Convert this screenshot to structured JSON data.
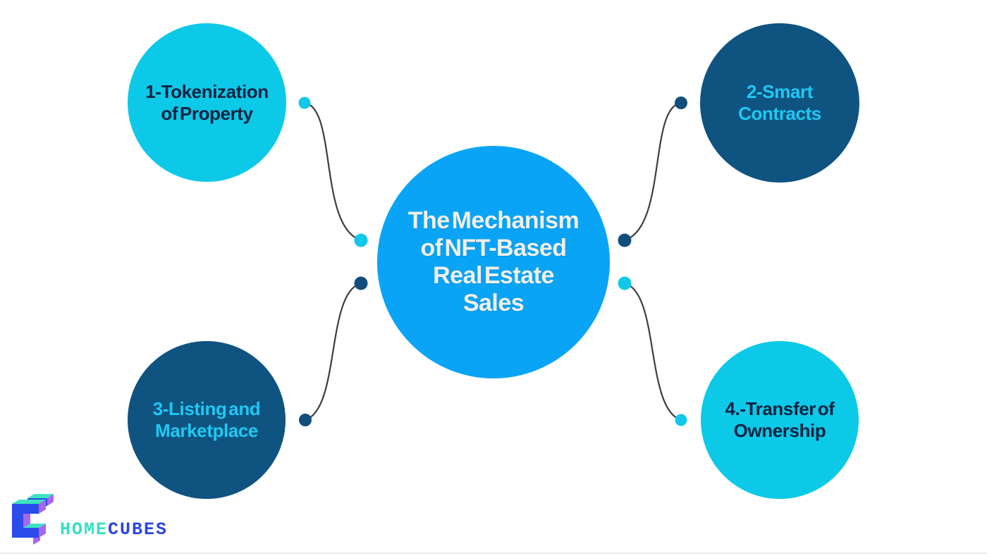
{
  "diagram": {
    "center_node": {
      "line1": "The Mechanism",
      "line2": "of NFT-Based",
      "line3": "Real Estate",
      "line4": "Sales",
      "fill": "#09A4F6",
      "text_color": "#F2EFE8"
    },
    "nodes": [
      {
        "line1": "1-Tokenization",
        "line2": "of Property",
        "fill": "#0CC9E8",
        "text_color": "#0E2240",
        "position": "top-left"
      },
      {
        "line1": "2-Smart",
        "line2": "Contracts",
        "fill": "#0F5381",
        "text_color": "#1EC9F2",
        "position": "top-right"
      },
      {
        "line1": "3-Listing and",
        "line2": "Marketplace",
        "fill": "#0F5381",
        "text_color": "#1EC9F2",
        "position": "bottom-left"
      },
      {
        "line1": "4.-Transfer of",
        "line2": "Ownership",
        "fill": "#0CC9E8",
        "text_color": "#0E2240",
        "position": "bottom-right"
      }
    ],
    "connectors": {
      "line_color": "#3B4046",
      "cyan_dot_color": "#12C8E8",
      "navy_dot_color": "#124E7B"
    }
  },
  "logo": {
    "word_home": "HOME",
    "word_cubes": "CUBES",
    "home_color": "#35E0C2",
    "cubes_color": "#2B45E0",
    "mark_top_color": "#3EE3C2",
    "mark_front_color": "#2B4BEB",
    "mark_side_color": "#A866F0"
  }
}
